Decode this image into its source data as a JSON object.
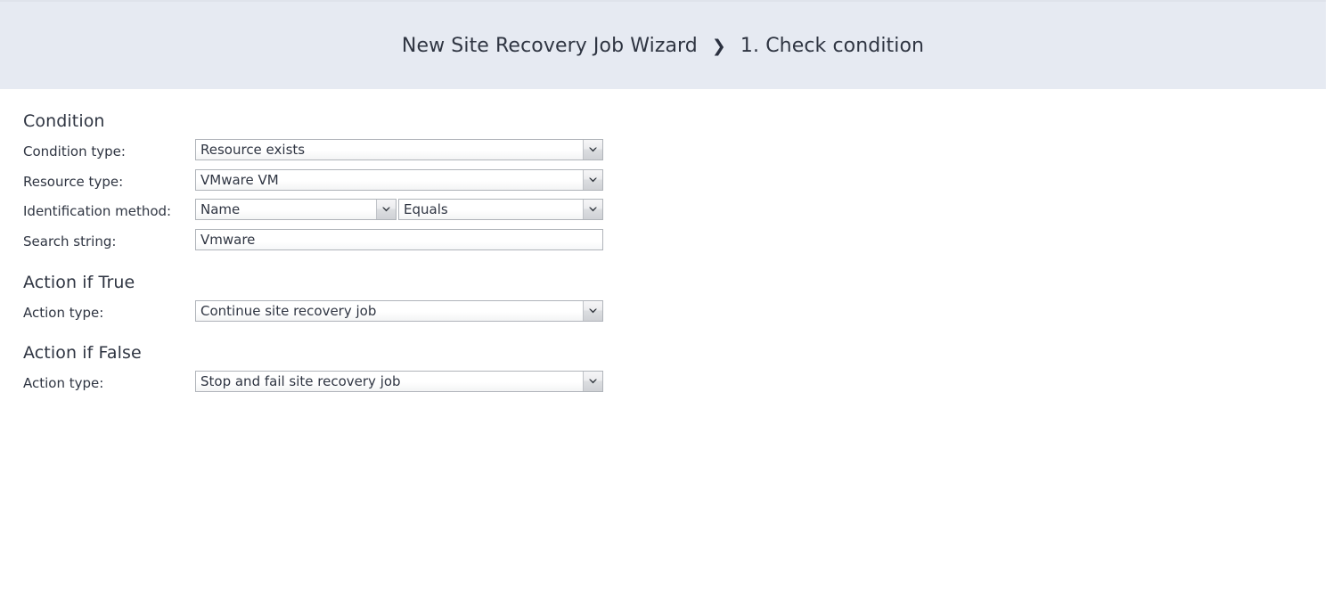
{
  "header": {
    "wizard_title": "New Site Recovery Job Wizard",
    "separator": "❯",
    "step_label": "1. Check condition",
    "background_color": "#e6eaf2"
  },
  "sections": {
    "condition": {
      "title": "Condition",
      "fields": {
        "condition_type": {
          "label": "Condition type:",
          "value": "Resource exists",
          "control": "dropdown"
        },
        "resource_type": {
          "label": "Resource type:",
          "value": "VMware VM",
          "control": "dropdown"
        },
        "identification_method": {
          "label": "Identification method:",
          "value": "Name",
          "operator_value": "Equals",
          "control": "dual-dropdown"
        },
        "search_string": {
          "label": "Search string:",
          "value": "Vmware",
          "placeholder": "",
          "control": "textbox"
        }
      }
    },
    "action_if_true": {
      "title": "Action if True",
      "fields": {
        "action_type": {
          "label": "Action type:",
          "value": "Continue site recovery job",
          "control": "dropdown"
        }
      }
    },
    "action_if_false": {
      "title": "Action if False",
      "fields": {
        "action_type": {
          "label": "Action type:",
          "value": "Stop and fail site recovery job",
          "control": "dropdown"
        }
      }
    }
  },
  "icons": {
    "chevron_down": "chevron-down-icon",
    "breadcrumb_chevron": "chevron-right-icon"
  }
}
